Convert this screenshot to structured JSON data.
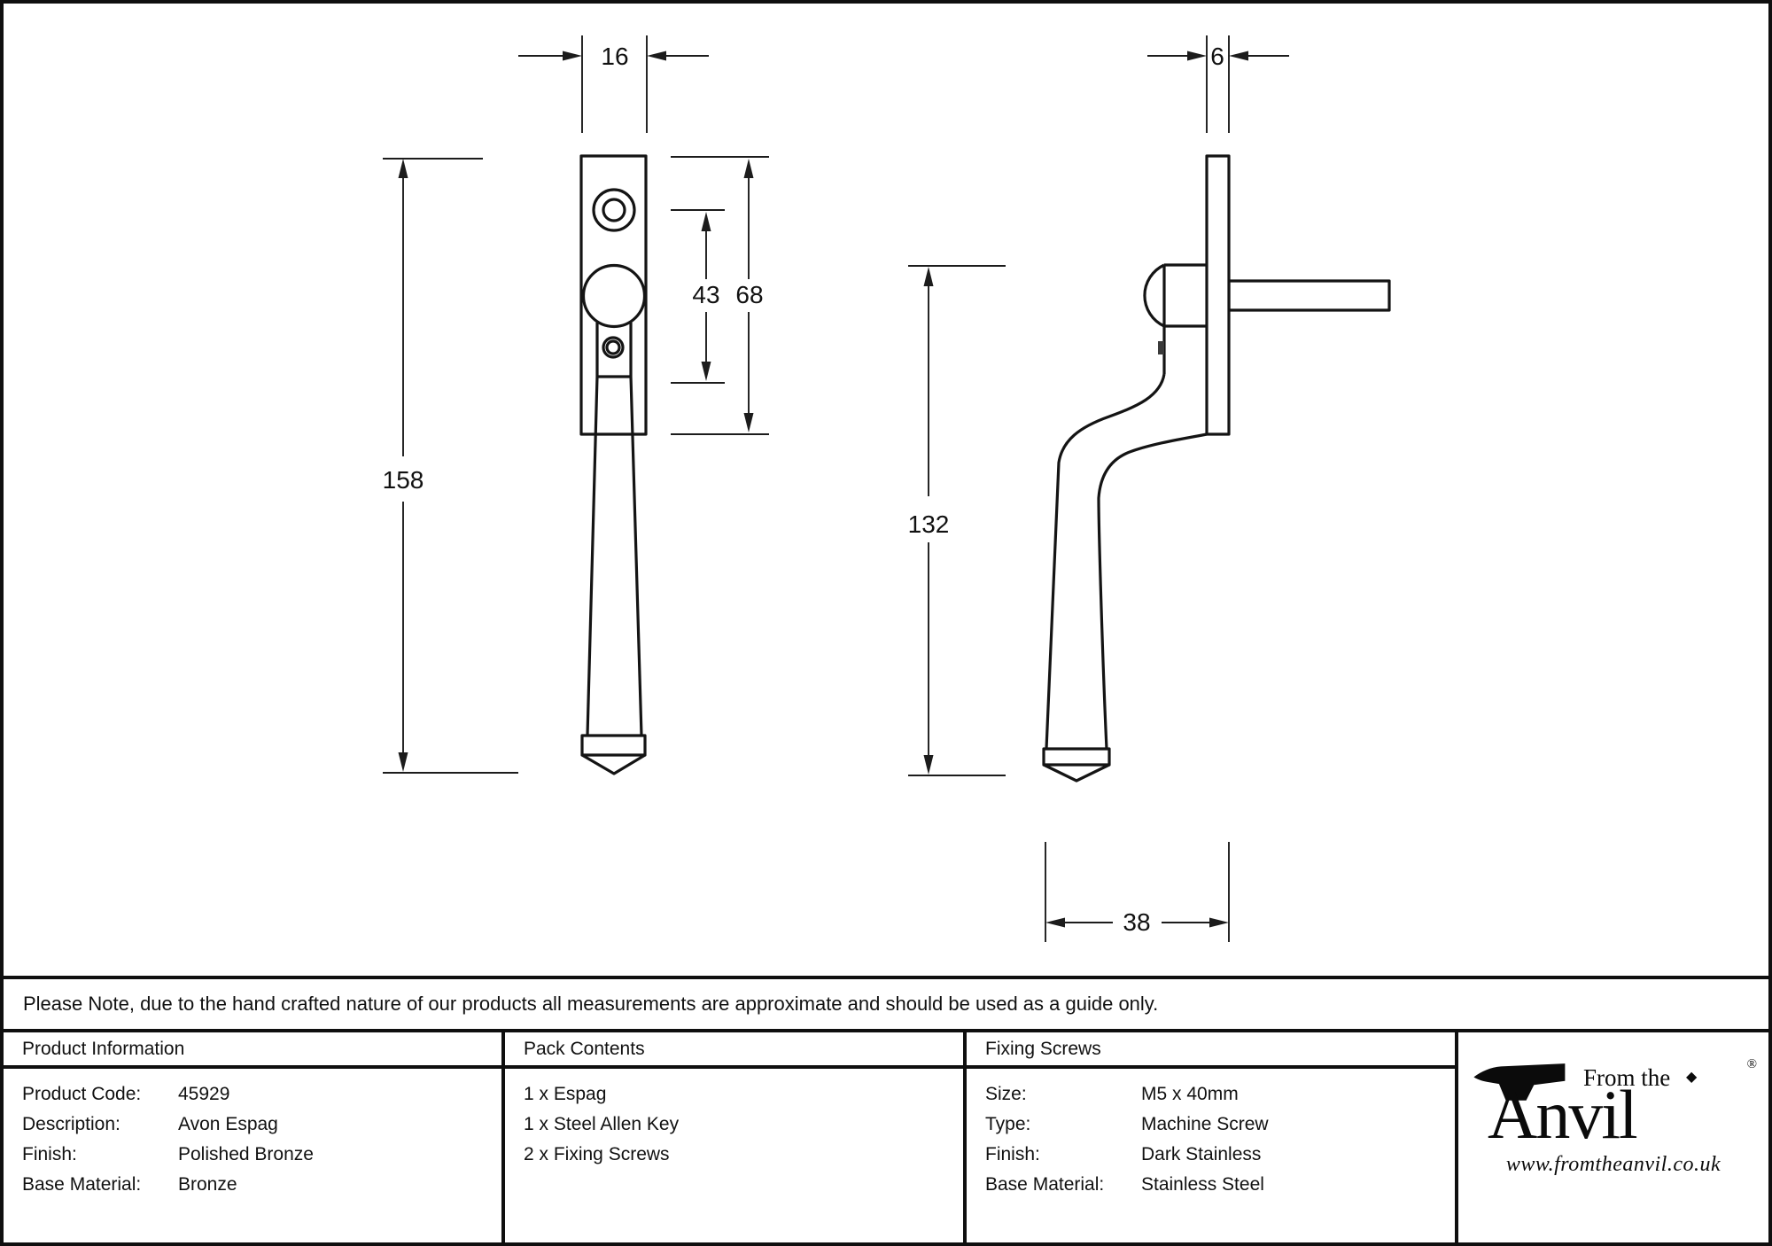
{
  "drawing": {
    "front_view": {
      "plate_width_mm": "16",
      "spindle_offset_mm": "43",
      "plate_height_mm": "68",
      "overall_length_mm": "158"
    },
    "side_view": {
      "plate_thickness_mm": "6",
      "handle_length_mm": "132",
      "projection_mm": "38"
    }
  },
  "note": {
    "text": "Please Note, due to the hand crafted nature of our products all measurements are approximate and should be used as a guide only."
  },
  "table": {
    "product_information": {
      "title": "Product Information",
      "rows": [
        {
          "label": "Product Code:",
          "value": "45929"
        },
        {
          "label": "Description:",
          "value": "Avon Espag"
        },
        {
          "label": "Finish:",
          "value": "Polished Bronze"
        },
        {
          "label": "Base Material:",
          "value": "Bronze"
        }
      ]
    },
    "pack_contents": {
      "title": "Pack Contents",
      "items": [
        "1 x Espag",
        "1 x Steel Allen Key",
        "2 x Fixing Screws"
      ]
    },
    "fixing_screws": {
      "title": "Fixing Screws",
      "rows": [
        {
          "label": "Size:",
          "value": "M5 x 40mm"
        },
        {
          "label": "Type:",
          "value": "Machine Screw"
        },
        {
          "label": "Finish:",
          "value": "Dark Stainless"
        },
        {
          "label": "Base Material:",
          "value": "Stainless Steel"
        }
      ]
    }
  },
  "logo": {
    "brand_top": "From the",
    "brand_main": "Anvil",
    "diamond": "◆",
    "registered": "®",
    "website": "www.fromtheanvil.co.uk"
  }
}
